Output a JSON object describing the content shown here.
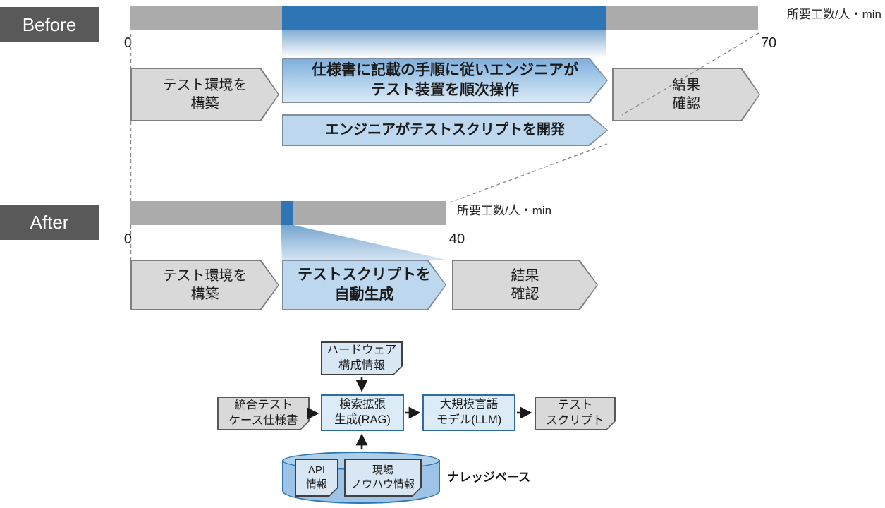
{
  "before": {
    "label": "Before",
    "unit_label": "所要工数/人・min",
    "axis_start": "0",
    "axis_end": "70",
    "steps": {
      "setup": "テスト環境を\n構築",
      "manual_operation": "仕様書に記載の手順に従いエンジニアが\nテスト装置を順次操作",
      "script_development": "エンジニアがテストスクリプトを開発",
      "result_check": "結果\n確認"
    }
  },
  "after": {
    "label": "After",
    "unit_label": "所要工数/人・min",
    "axis_start": "0",
    "axis_end": "40",
    "steps": {
      "setup": "テスト環境を\n構築",
      "auto_generation": "テストスクリプトを\n自動生成",
      "result_check": "結果\n確認"
    }
  },
  "flow": {
    "hardware_config_info": "ハードウェア\n構成情報",
    "integration_test_spec": "統合テスト\nケース仕様書",
    "rag": "検索拡張\n生成(RAG)",
    "llm": "大規模言語\nモデル(LLM)",
    "test_script": "テスト\nスクリプト",
    "api_info": "API\n情報",
    "field_knowhow_info": "現場\nノウハウ情報",
    "knowledge_base_label": "ナレッジベース"
  },
  "colors": {
    "highlight_blue": "#2e75b6",
    "light_blue_fill": "#bdd7ee",
    "pale_blue_fill": "#dcebf8",
    "gray_fill": "#d9d9d9",
    "dark_gray_label": "#595959",
    "bar_gray": "#ababab"
  }
}
